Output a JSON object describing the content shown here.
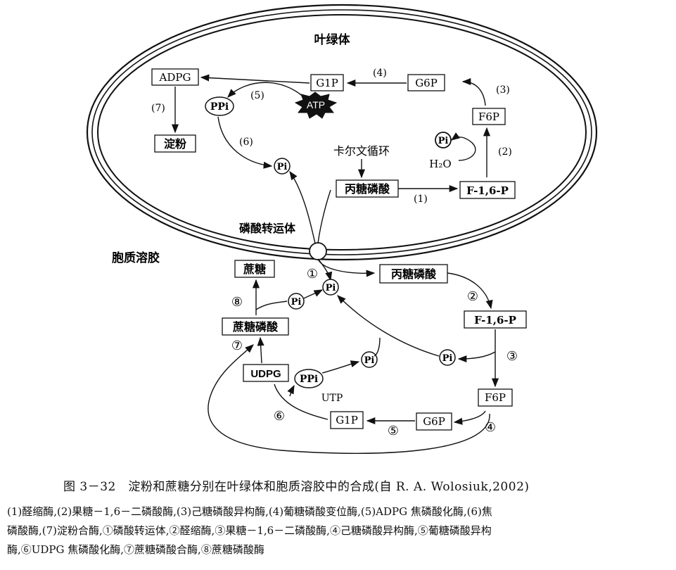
{
  "diagram": {
    "chloroplast_label": "叶绿体",
    "cytosol_label": "胞质溶胶",
    "transporter_label": "磷酸转运体",
    "chloroplast": {
      "adpg": "ADPG",
      "g1p": "G1P",
      "g6p": "G6P",
      "f6p": "F6P",
      "starch": "淀粉",
      "atp": "ATP",
      "ppi": "PPi",
      "pi_top": "Pi",
      "pi_center": "Pi",
      "h2o": "H₂O",
      "calvin": "卡尔文循环",
      "triose_phosphate": "丙糖磷酸",
      "f16p": "F-1,6-P",
      "step1": "(1)",
      "step2": "(2)",
      "step3": "(3)",
      "step4": "(4)",
      "step5": "(5)",
      "step6": "(6)",
      "step7": "(7)"
    },
    "cytosol": {
      "sucrose": "蔗糖",
      "sucrose_phosphate": "蔗糖磷酸",
      "udpg": "UDPG",
      "ppi": "PPi",
      "pi_top": "Pi",
      "pi_left": "Pi",
      "pi_mid": "Pi",
      "pi_right": "Pi",
      "utp": "UTP",
      "triose_phosphate": "丙糖磷酸",
      "f16p": "F-1,6-P",
      "f6p": "F6P",
      "g6p": "G6P",
      "g1p": "G1P",
      "c1": "①",
      "c2": "②",
      "c3": "③",
      "c4": "④",
      "c5": "⑤",
      "c6": "⑥",
      "c7": "⑦",
      "c8": "⑧"
    }
  },
  "caption": {
    "title": "图 3－32　淀粉和蔗糖分别在叶绿体和胞质溶胶中的合成(自 R. A. Wolosiuk,2002)",
    "line1": "(1)醛缩酶,(2)果糖－1,6－二磷酸酶,(3)己糖磷酸异构酶,(4)葡糖磷酸变位酶,(5)ADPG 焦磷酸化酶,(6)焦",
    "line2": "磷酸酶,(7)淀粉合酶,①磷酸转运体,②醛缩酶,③果糖－1,6－二磷酸酶,④己糖磷酸异构酶,⑤葡糖磷酸异构",
    "line3": "酶,⑥UDPG 焦磷酸化酶,⑦蔗糖磷酸合酶,⑧蔗糖磷酸酶"
  }
}
